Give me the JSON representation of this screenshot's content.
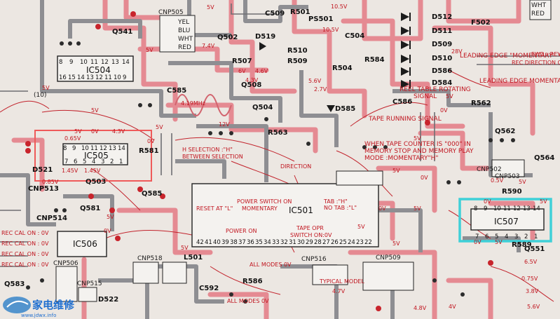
{
  "components": {
    "ic504": "IC504",
    "ic505": "IC505",
    "ic501": "IC501",
    "ic506": "IC506",
    "ic507": "IC507",
    "q502": "Q502",
    "q503": "Q503",
    "q504": "Q504",
    "q508": "Q508",
    "q541": "Q541",
    "q551": "Q551",
    "q562": "Q562",
    "q564": "Q564",
    "q581": "Q581",
    "q583": "Q583",
    "q585": "Q585",
    "d512": "D512",
    "d511": "D511",
    "d509": "D509",
    "d510": "D510",
    "d586": "D586",
    "d584": "D584",
    "d519": "D519",
    "d585": "D585",
    "d521": "D521",
    "d522": "D522",
    "r501": "R501",
    "r504": "R504",
    "r507": "R507",
    "r509": "R509",
    "r510": "R510",
    "r563": "R563",
    "r584": "R584",
    "r586": "R586",
    "r589": "R589",
    "r590": "R590",
    "r562": "R562",
    "r581": "R581",
    "c509": "C509",
    "c504": "C504",
    "c585": "C585",
    "c586": "C586",
    "c592": "C592",
    "ps501": "PS501",
    "f502": "F502",
    "l501": "L501",
    "cnp505": "CNP505",
    "cnp513": "CNP513",
    "cnp514": "CNP514",
    "cnp515": "CNP515",
    "cnp506": "CNP506",
    "cnp518": "CNP518",
    "cnp502": "CNP502",
    "cnp516": "CNP516",
    "cnp509": "CNP509",
    "cnp503": "CNP503"
  },
  "ic_pins": {
    "ic504_top": [
      "8",
      "9",
      "10",
      "11",
      "12",
      "13",
      "14"
    ],
    "ic504_bottom": [
      "16",
      "15",
      "14",
      "13",
      "12",
      "11",
      "10",
      "9"
    ],
    "ic505_top": [
      "8",
      "9",
      "10",
      "11",
      "12",
      "13",
      "14"
    ],
    "ic505_bottom": [
      "7",
      "6",
      "5",
      "4",
      "3",
      "2",
      "1"
    ],
    "ic507_top": [
      "8",
      "9",
      "10",
      "11",
      "12",
      "13",
      "14"
    ],
    "ic507_bottom": [
      "7",
      "6",
      "5",
      "4",
      "3",
      "2",
      "1"
    ],
    "ic501_bottom": [
      "42",
      "41",
      "40",
      "39",
      "38",
      "37",
      "36",
      "35",
      "34",
      "33",
      "32",
      "31",
      "30",
      "29",
      "28",
      "27",
      "26",
      "25",
      "24",
      "23",
      "22"
    ]
  },
  "connector_labels": {
    "yel": "YEL",
    "blu": "BLU",
    "wht": "WHT",
    "red": "RED",
    "wht2": "WHT",
    "red2": "RED"
  },
  "annotations": {
    "leading_edge_momentary": "LEADING EDGE \"MOMENTARY\" \"L\"",
    "leading_edge_momentary_h": "LEADING EDGE MOMENTARY \"H\"",
    "reel_table_rotating": "REEL TABLE ROTATING",
    "signal": "SIGNAL",
    "tape_running_signal": "TAPE RUNNING SIGNAL",
    "tape_counter_line1": "WHEN TAPE COUNTER IS \"000\" IN",
    "tape_counter_line2": "MEMORY STOP AND MEMORY PLAY",
    "tape_counter_line3": "MODE :MOMENTARY\"H\"",
    "h_selection": "H SELECTION :\"H\"",
    "between_selection": "BETWEEN SELECTION",
    "direction": "DIRECTION",
    "reset_at": "RESET AT \"L\"",
    "power_switch_on": "POWER SWITCH ON",
    "momentary": "MOMENTARY",
    "tab": "TAB :\"H\"",
    "no_tab": "NO TAB :\"L\"",
    "power_on": "POWER ON",
    "tape_opr": "TAPE OPR",
    "switch_on_0v": "SWITCH ON:0V",
    "all_modes_0v": "ALL MODES 0V",
    "all_modes_0v_2": "ALL MODES 0V",
    "typical_model": "TYPICAL MODEL",
    "rec_cal_on_0v_1": "REC CAL ON : 0V",
    "rec_cal_on_0v_2": "REC CAL ON : 0V",
    "rec_cal_on_0v_3": "REC CAL ON : 0V",
    "rec_cal_on_0v_4": "REC CAL ON : 0V",
    "fwd_rev": "FWD - REV",
    "rec_direction_change": "REC DIRECTION CHANGE",
    "freq": "4.19MHz",
    "io": "(10)"
  },
  "voltages": {
    "v5": "5V",
    "v0": "0V",
    "v105": "10.5V",
    "v74": "7.4V",
    "v6": "6V",
    "v46": "4.6V",
    "v43": "4.3V",
    "v56": "5.6V",
    "v27": "2.7V",
    "v28": "28V",
    "v12": "12V",
    "v47": "4.7V",
    "v48": "4.8V",
    "v56b": "5.6V",
    "v075": "0.75V",
    "v38": "3.8V",
    "v65": "6.5V",
    "v4": "4V",
    "v65v": "0.65V",
    "v145": "1.45V",
    "v085": "0.85V",
    "v145b": "1.45V",
    "v05": "0.5V"
  },
  "watermark": "家电维修",
  "watermark_url": "www.jdwx.info",
  "colors": {
    "background": "#ece7e2",
    "red_trace": "#e58a92",
    "gray_trace": "#8e8e92",
    "highlight_red": "#ef5a5a",
    "highlight_cyan": "#3fd0d8"
  }
}
